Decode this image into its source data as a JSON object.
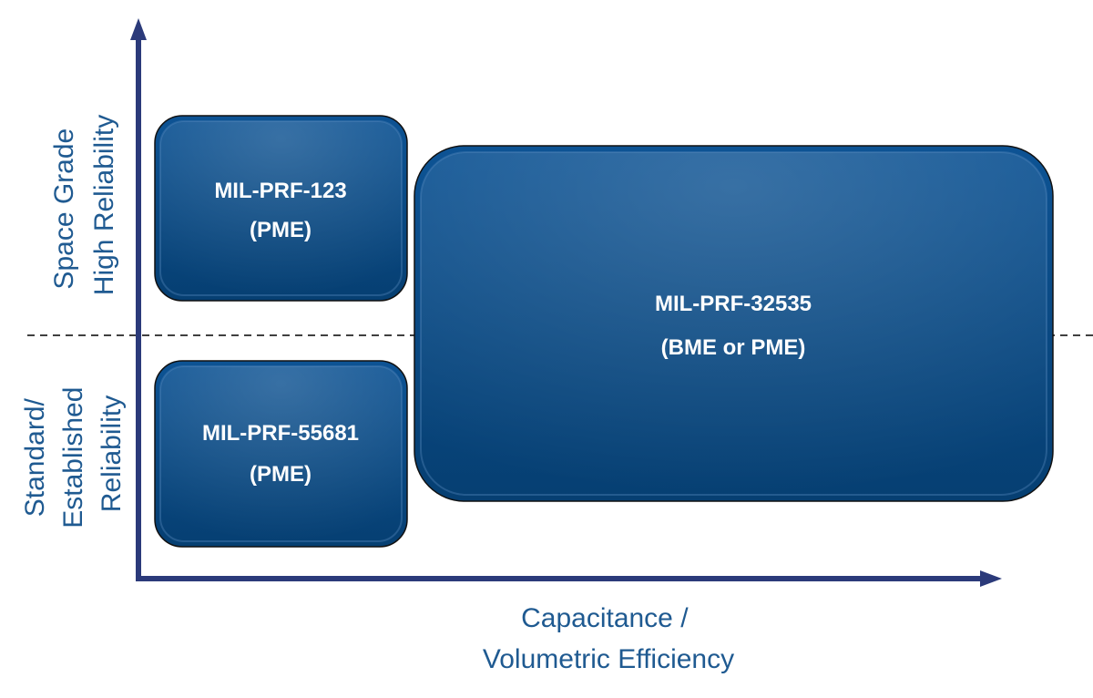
{
  "colors": {
    "axis": "#2b3a7a",
    "box_fill": "#0a4a82",
    "label": "#1f5a91",
    "divider": "#000000"
  },
  "y_axis": {
    "upper_label": [
      "Space Grade",
      "High Reliability"
    ],
    "lower_label": [
      "Standard/",
      "Established",
      "Reliability"
    ]
  },
  "x_axis": {
    "label": [
      "Capacitance /",
      "Volumetric Efficiency"
    ]
  },
  "boxes": [
    {
      "id": "mil-prf-123",
      "title": "MIL-PRF-123",
      "subtitle": "(PME)"
    },
    {
      "id": "mil-prf-55681",
      "title": "MIL-PRF-55681",
      "subtitle": "(PME)"
    },
    {
      "id": "mil-prf-32535",
      "title": "MIL-PRF-32535",
      "subtitle": "(BME or PME)"
    }
  ]
}
